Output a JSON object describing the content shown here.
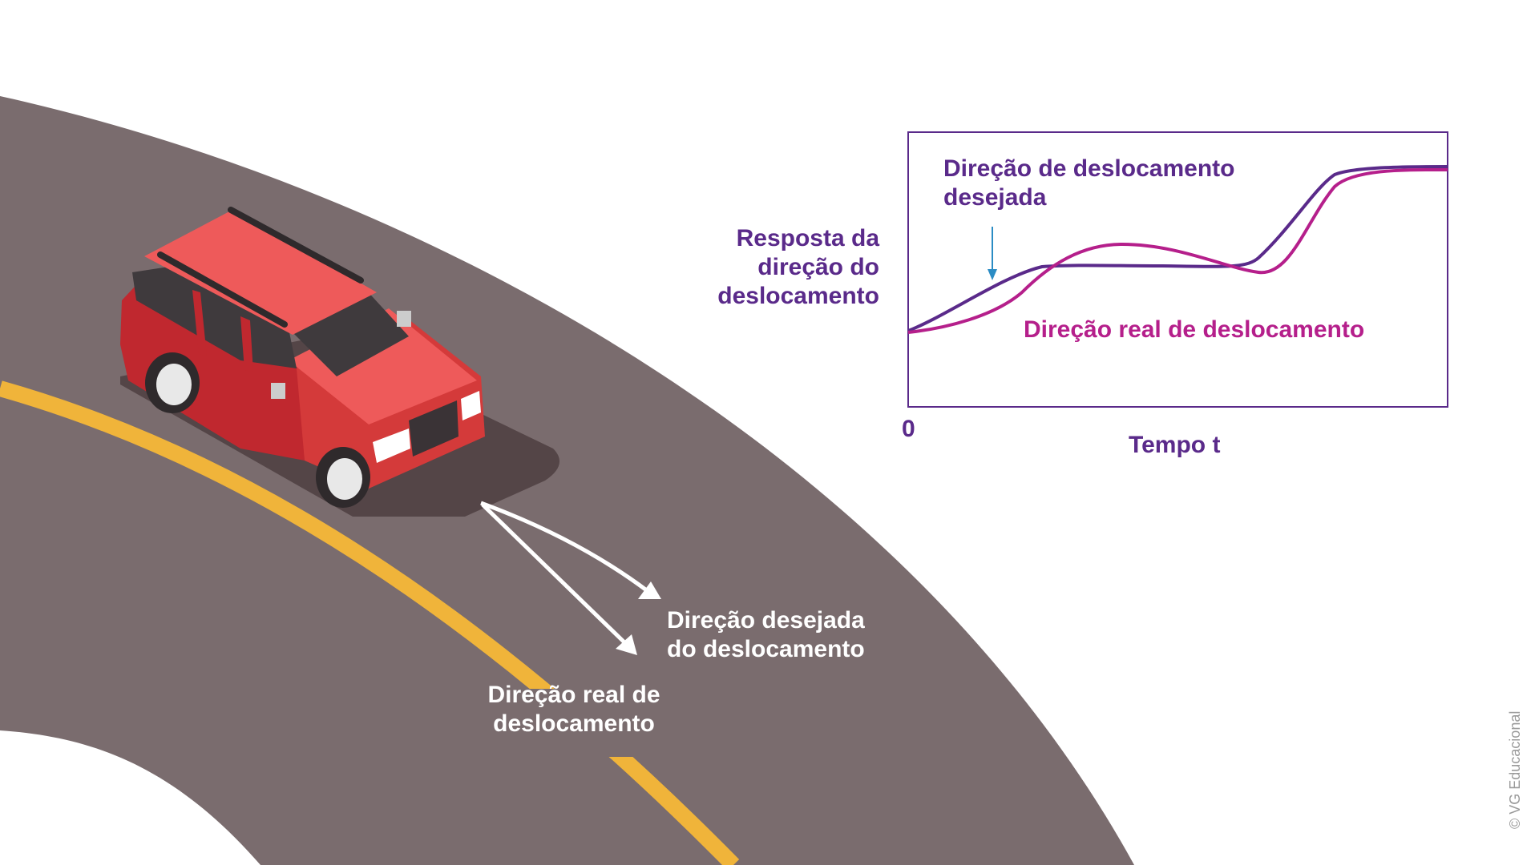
{
  "road_labels": {
    "desired": [
      "Direção desejada",
      "do deslocamento"
    ],
    "real": [
      "Direção real de",
      "deslocamento"
    ]
  },
  "chart": {
    "ylabel": [
      "Resposta da",
      "direção do",
      "deslocamento"
    ],
    "xlabel": "Tempo t",
    "origin_label": "0",
    "desired_label": [
      "Direção de deslocamento",
      "desejada"
    ],
    "real_label": "Direção real de deslocamento"
  },
  "colors": {
    "road": "#7a6c6e",
    "lane_line": "#f0b43a",
    "car_body": "#e24b4b",
    "desired_curve": "#5a2a8a",
    "real_curve": "#b51f8b",
    "axes_frame": "#5a2a8a",
    "pointer_arrow": "#2b8cc4"
  },
  "credit": "© VG Educacional"
}
